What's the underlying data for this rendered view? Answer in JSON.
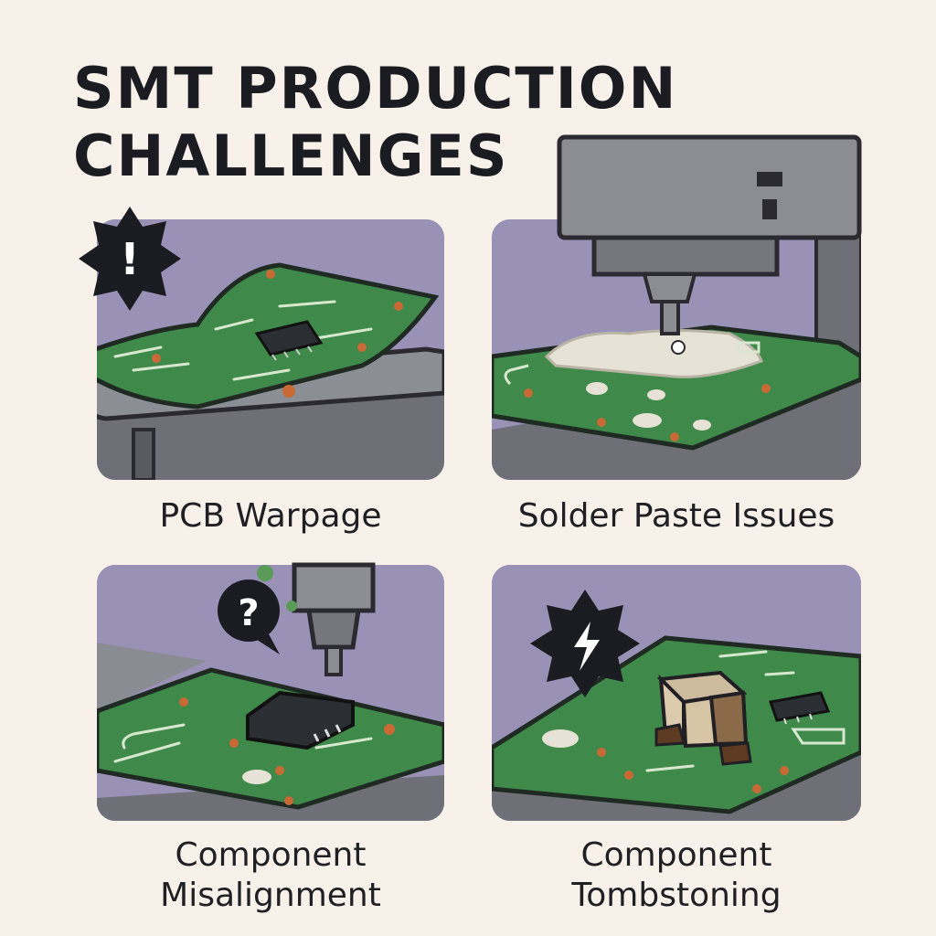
{
  "title": {
    "line1": "SMT PRODUCTION",
    "line2": "CHALLENGES"
  },
  "panels": [
    {
      "caption_lines": [
        "PCB Warpage"
      ],
      "badge_icon": "exclamation-icon",
      "badge_text": "!"
    },
    {
      "caption_lines": [
        "Solder Paste Issues"
      ],
      "badge_icon": "stencil-printer-icon"
    },
    {
      "caption_lines": [
        "Component",
        "Misalignment"
      ],
      "badge_icon": "question-icon",
      "badge_text": "?"
    },
    {
      "caption_lines": [
        "Component",
        "Tombstoning"
      ],
      "badge_icon": "lightning-icon"
    }
  ],
  "colors": {
    "background": "#f7f1ea",
    "panel": "#9a91b7",
    "pcb": "#3f8a4a",
    "machine": "#8b8d93",
    "ink": "#1b1b22",
    "pad": "#c96a36"
  }
}
